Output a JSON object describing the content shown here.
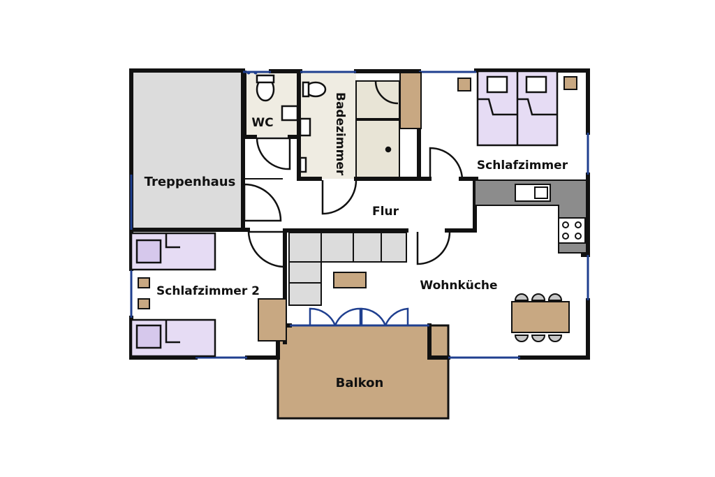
{
  "rooms": {
    "treppenhaus": "Treppenhaus",
    "wc": "WC",
    "badezimmer": "Badezimmer",
    "schlafzimmer": "Schlafzimmer",
    "flur": "Flur",
    "schlafzimmer2": "Schlafzimmer 2",
    "wohnkueche": "Wohnküche",
    "balkon": "Balkon"
  },
  "colors": {
    "wall": "#111111",
    "window": "#1f3f8f",
    "stair_fill": "#dcdcdc",
    "wc_fill": "#efece2",
    "bed_fill": "#e6dcf4",
    "pillow_fill": "#d6c8ec",
    "wood": "#c8a882",
    "kitchen_counter": "#8c8c8c",
    "balcony_fill": "#c8a882"
  }
}
